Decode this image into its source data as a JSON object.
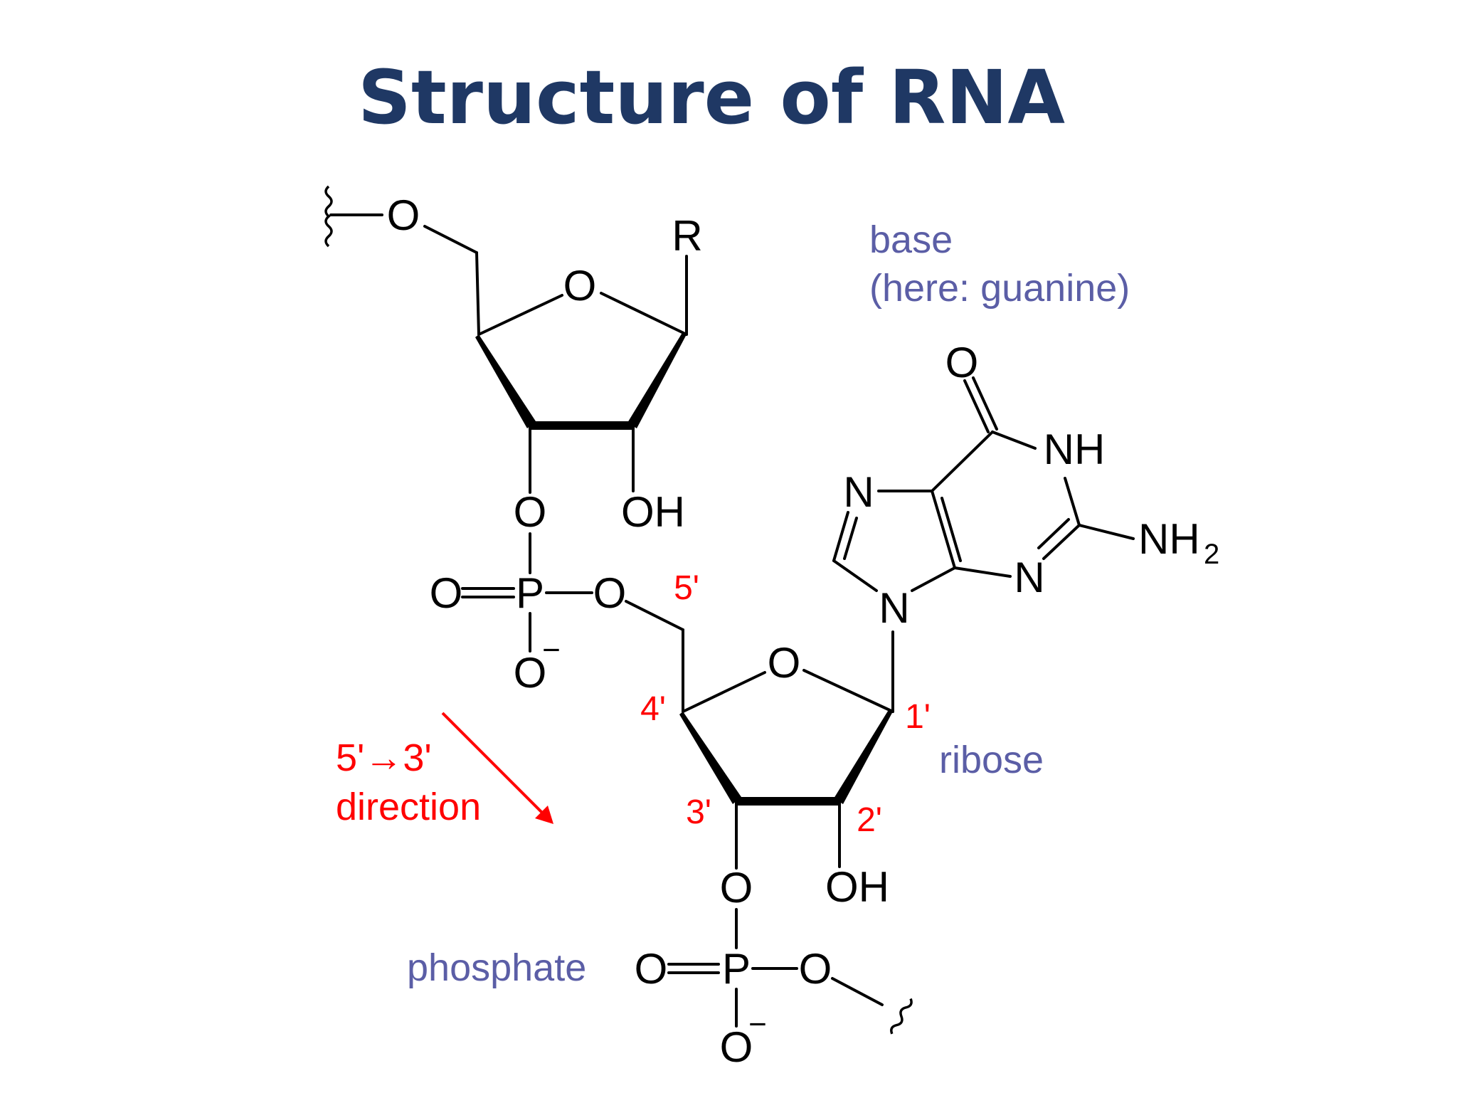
{
  "title": "Structure of RNA",
  "labels": {
    "base": "base",
    "base_note": "(here: guanine)",
    "ribose": "ribose",
    "phosphate": "phosphate",
    "direction_line1": "5'→3'",
    "direction_line2": "direction"
  },
  "carbon_numbers": {
    "c1": "1'",
    "c2": "2'",
    "c3": "3'",
    "c4": "4'",
    "c5": "5'"
  },
  "atoms": {
    "upper_o5": "O",
    "upper_ring_o": "O",
    "upper_r": "R",
    "upper_o3": "O",
    "upper_oh": "OH",
    "p1_o_double": "O",
    "p1_p": "P",
    "p1_o_bridge": "O",
    "p1_o_minus": "O",
    "lower_ring_o": "O",
    "lower_o3": "O",
    "lower_oh": "OH",
    "p2_o_double": "O",
    "p2_p": "P",
    "p2_o_ester": "O",
    "p2_o_minus": "O",
    "g_o6": "O",
    "g_n1h": "NH",
    "g_n7": "N",
    "g_n3": "N",
    "g_n9": "N",
    "g_nh": "NH",
    "g_nh_sub": "2"
  },
  "charges": {
    "p1_minus": "−",
    "p2_minus": "−"
  },
  "colors": {
    "title": "#1f3864",
    "blue_label": "#5b5ea6",
    "red_label": "#ff0000",
    "structure": "#000000"
  }
}
